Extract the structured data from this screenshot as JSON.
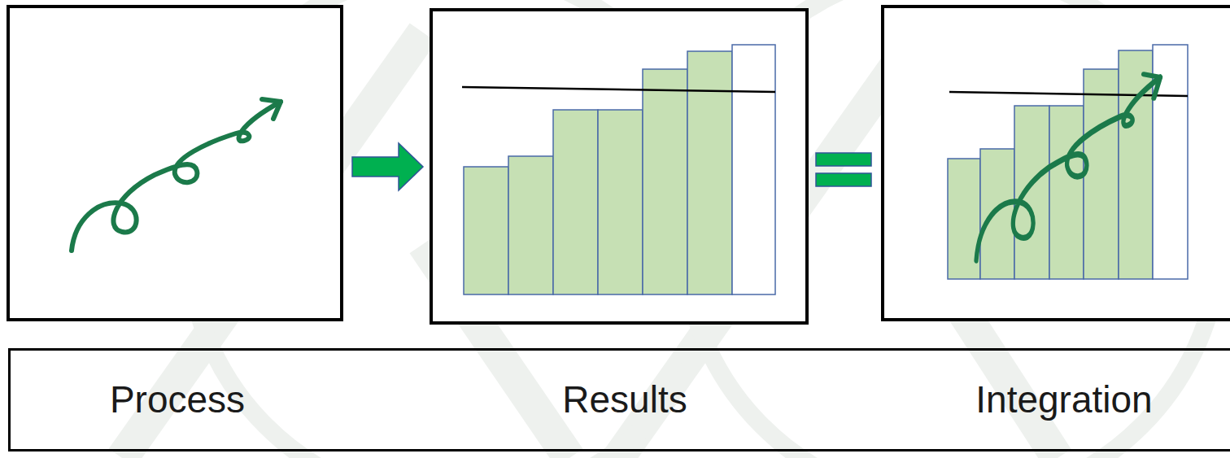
{
  "diagram": {
    "nodes": [
      {
        "text": [
          "Process",
          "Results",
          "Integration"
        ]
      }
    ]
  }
}
